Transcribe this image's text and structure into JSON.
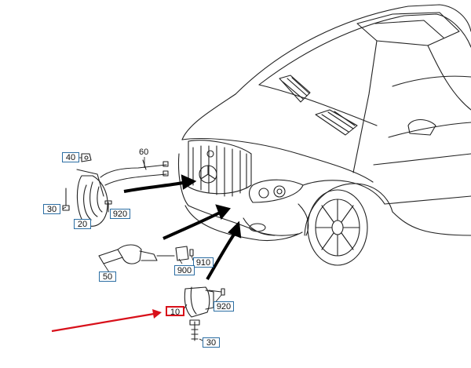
{
  "diagram": {
    "callouts": [
      {
        "id": "40",
        "label": "40"
      },
      {
        "id": "30a",
        "label": "30"
      },
      {
        "id": "920a",
        "label": "920"
      },
      {
        "id": "20",
        "label": "20"
      },
      {
        "id": "50",
        "label": "50"
      },
      {
        "id": "910",
        "label": "910"
      },
      {
        "id": "900",
        "label": "900"
      },
      {
        "id": "10",
        "label": "10",
        "selected": true
      },
      {
        "id": "920b",
        "label": "920"
      },
      {
        "id": "30b",
        "label": "30"
      }
    ],
    "wire_label": "60",
    "colors": {
      "callout_border": "#2c6ea3",
      "selected_border": "#d8101a",
      "pointer_arrow": "#d8101a",
      "line": "#111111"
    }
  }
}
